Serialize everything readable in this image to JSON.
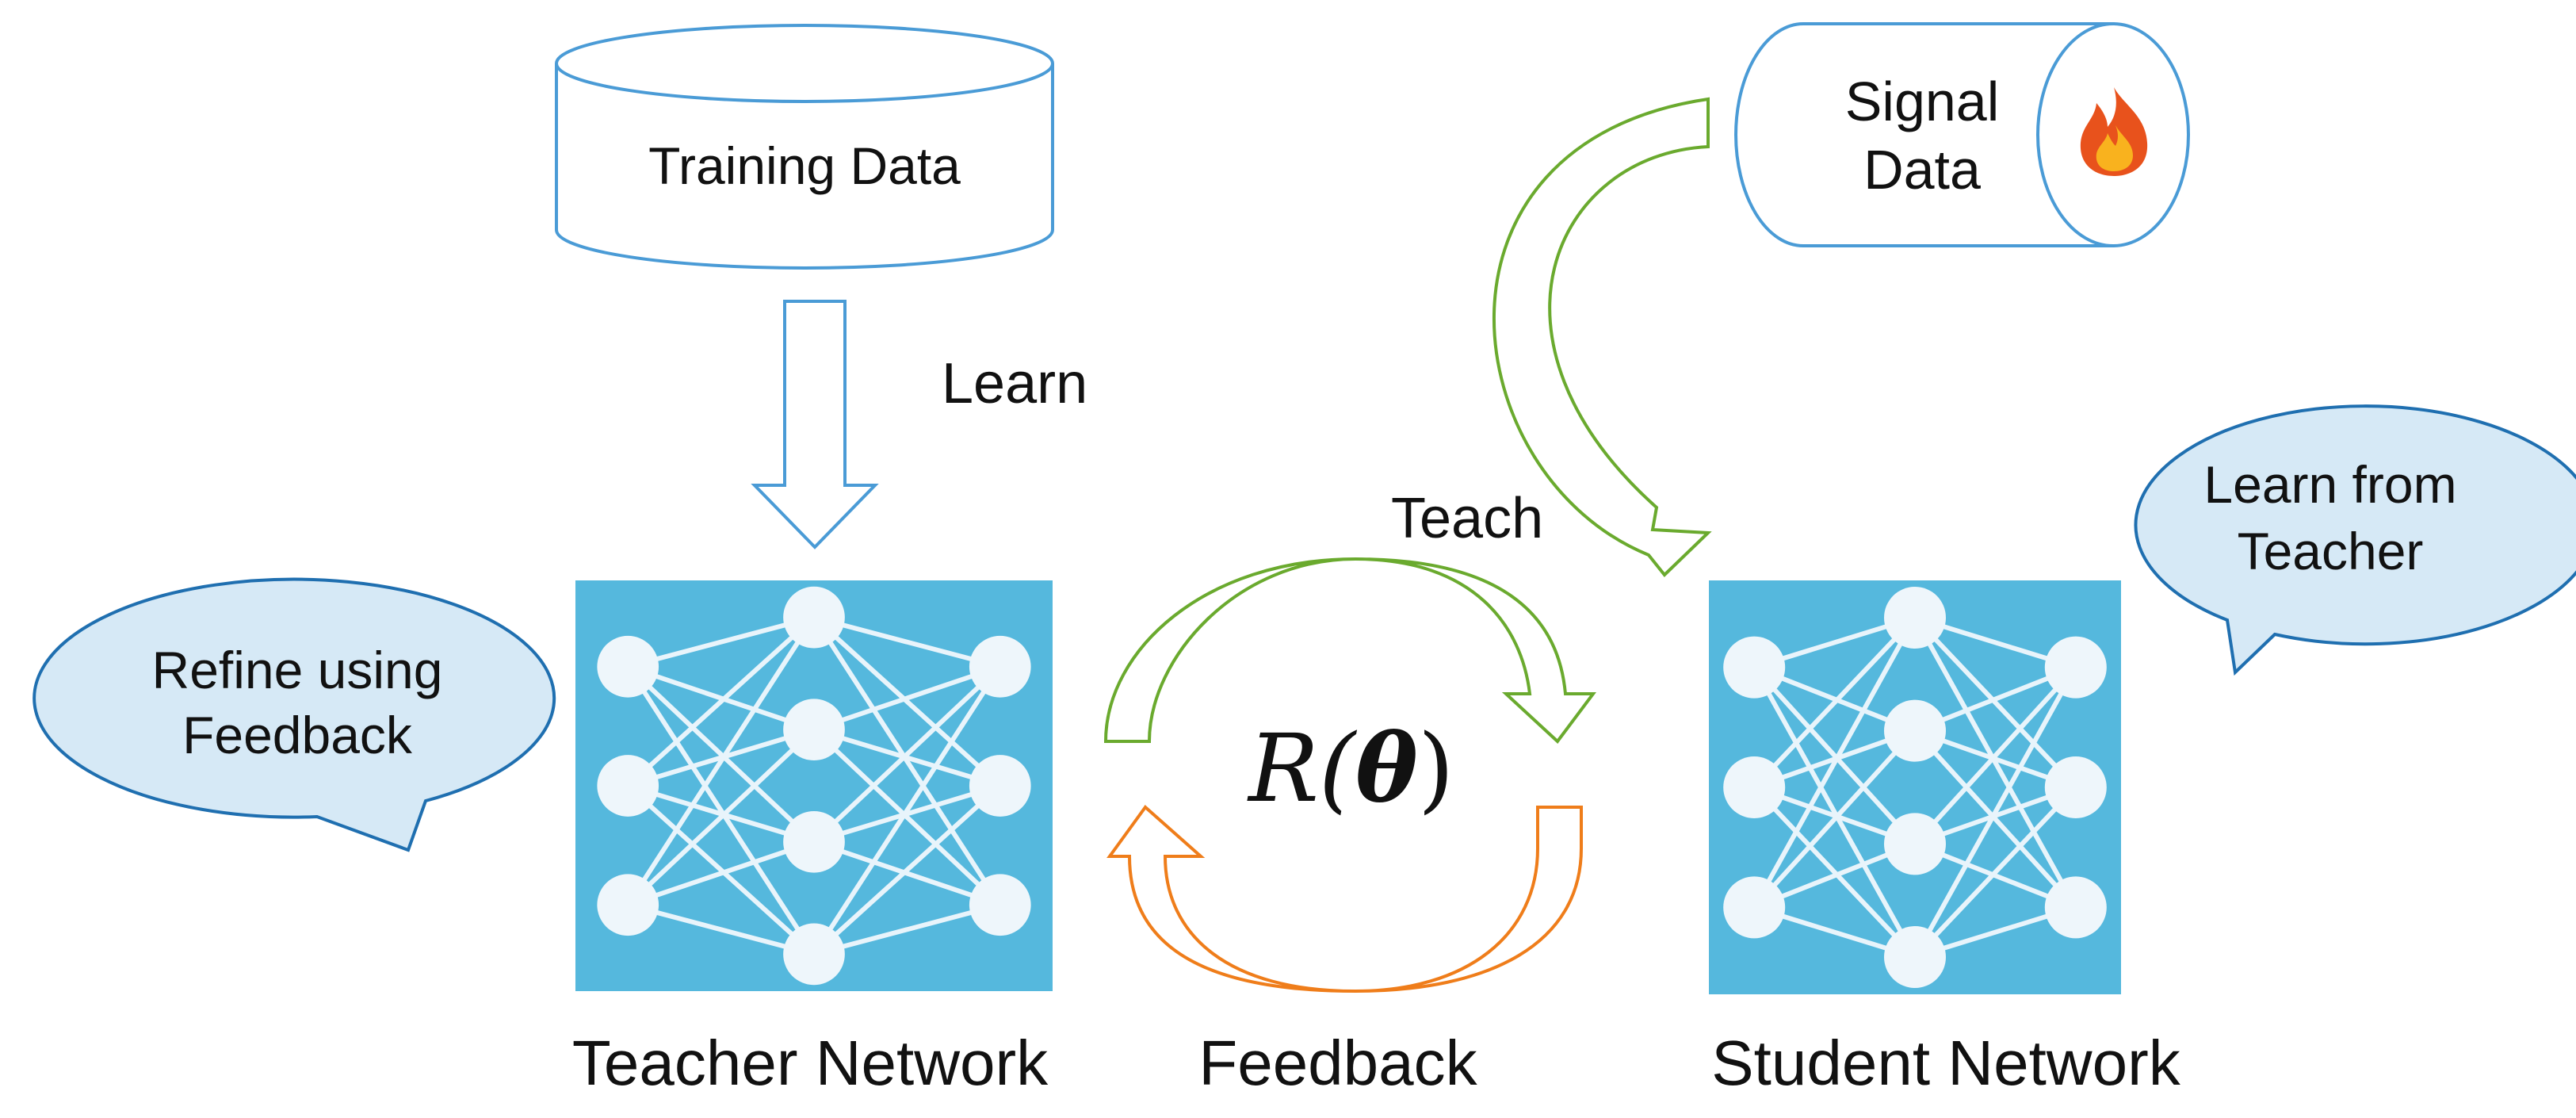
{
  "colors": {
    "outline_blue": "#4a9bd6",
    "bubble_fill": "#d6e9f6",
    "bubble_stroke": "#1f6fb0",
    "network_bg": "#55b8dd",
    "node_fill": "#eef6fb",
    "edge": "#e8f4fb",
    "green": "#6aaa2e",
    "orange": "#ef7d1a",
    "flame_outer": "#e8521c",
    "flame_inner": "#f9b21e",
    "text": "#111111"
  },
  "cylinders": {
    "training": {
      "label": "Training Data"
    },
    "signal": {
      "line1": "Signal",
      "line2": "Data",
      "icon": "fire-icon"
    }
  },
  "arrows": {
    "learn": {
      "label": "Learn"
    },
    "teach": {
      "label": "Teach"
    },
    "feedback": {
      "label": "Feedback"
    }
  },
  "networks": {
    "teacher": {
      "label": "Teacher Network",
      "layers": [
        3,
        4,
        3
      ]
    },
    "student": {
      "label": "Student Network",
      "layers": [
        3,
        4,
        3
      ]
    }
  },
  "loop": {
    "formula_prefix": "R(",
    "formula_symbol": "θ",
    "formula_suffix": ")"
  },
  "bubbles": {
    "teacher": {
      "line1": "Refine using",
      "line2": "Feedback"
    },
    "student": {
      "line1": "Learn from",
      "line2": "Teacher"
    }
  }
}
